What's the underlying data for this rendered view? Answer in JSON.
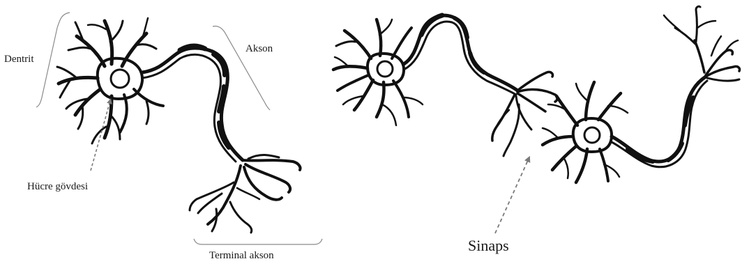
{
  "labels": {
    "dendrite": "Dentrit",
    "axon": "Akson",
    "cell_body": "Hücre gövdesi",
    "axon_terminal": "Terminal akson",
    "synapse": "Sinaps"
  },
  "colors": {
    "ink": "#111111",
    "bracket": "#8a8a8a",
    "arrow": "#7a7a7a",
    "background": "#ffffff"
  }
}
